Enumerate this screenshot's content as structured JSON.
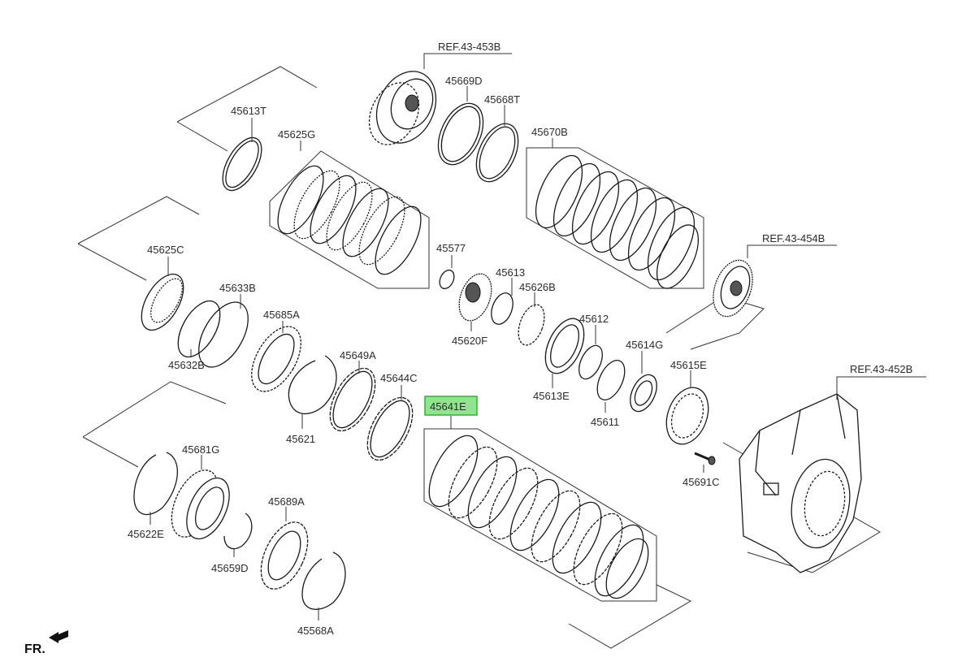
{
  "diagram": {
    "labels": {
      "ref_453b": "REF.43-453B",
      "ref_454b": "REF.43-454B",
      "ref_452b": "REF.43-452B",
      "p45669d": "45669D",
      "p45668t": "45668T",
      "p45670b": "45670B",
      "p45613t": "45613T",
      "p45625g": "45625G",
      "p45625c": "45625C",
      "p45633b": "45633B",
      "p45632b": "45632B",
      "p45685a": "45685A",
      "p45577": "45577",
      "p45613": "45613",
      "p45626b": "45626B",
      "p45620f": "45620F",
      "p45612": "45612",
      "p45614g": "45614G",
      "p45613e": "45613E",
      "p45611": "45611",
      "p45615e": "45615E",
      "p45649a": "45649A",
      "p45644c": "45644C",
      "p45621": "45621",
      "p45641e": "45641E",
      "p45691c": "45691C",
      "p45681g": "45681G",
      "p45622e": "45622E",
      "p45689a": "45689A",
      "p45659d": "45659D",
      "p45568a": "45568A",
      "fr": "FR."
    },
    "highlight_color": "#8ee58e"
  }
}
